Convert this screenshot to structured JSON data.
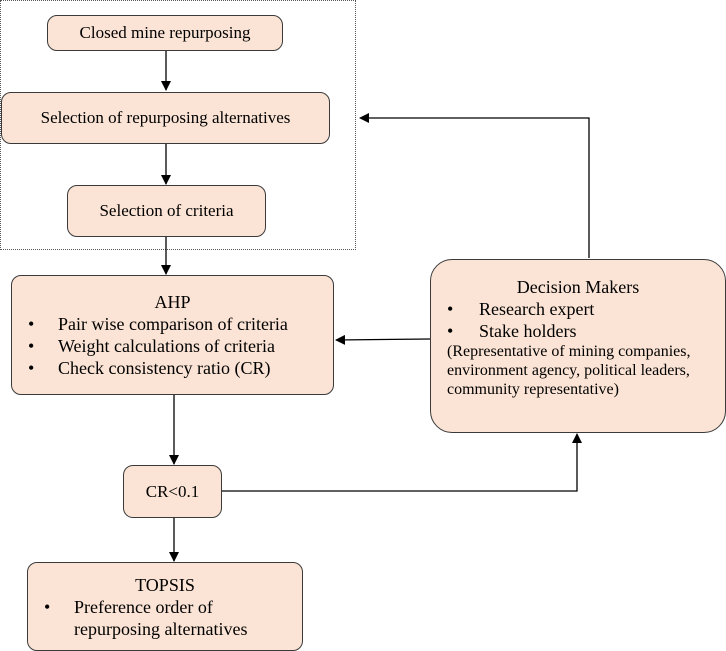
{
  "nodes": {
    "closed_mine": "Closed mine repurposing",
    "selection_alternatives": "Selection of repurposing alternatives",
    "selection_criteria": "Selection of criteria",
    "ahp": {
      "title": "AHP",
      "items": [
        "Pair wise comparison of criteria",
        "Weight calculations of criteria",
        "Check consistency ratio (CR)"
      ]
    },
    "decision_makers": {
      "title": "Decision Makers",
      "items": [
        "Research expert",
        "Stake holders"
      ],
      "note": "(Representative of mining companies, environment agency, political leaders, community representative)"
    },
    "cr_check": "CR<0.1",
    "topsis": {
      "title": "TOPSIS",
      "items": [
        "Preference order of repurposing alternatives"
      ]
    }
  },
  "colors": {
    "box_fill": "#fbe4d5",
    "box_border": "#3a3a3a",
    "arrow": "#000000"
  }
}
